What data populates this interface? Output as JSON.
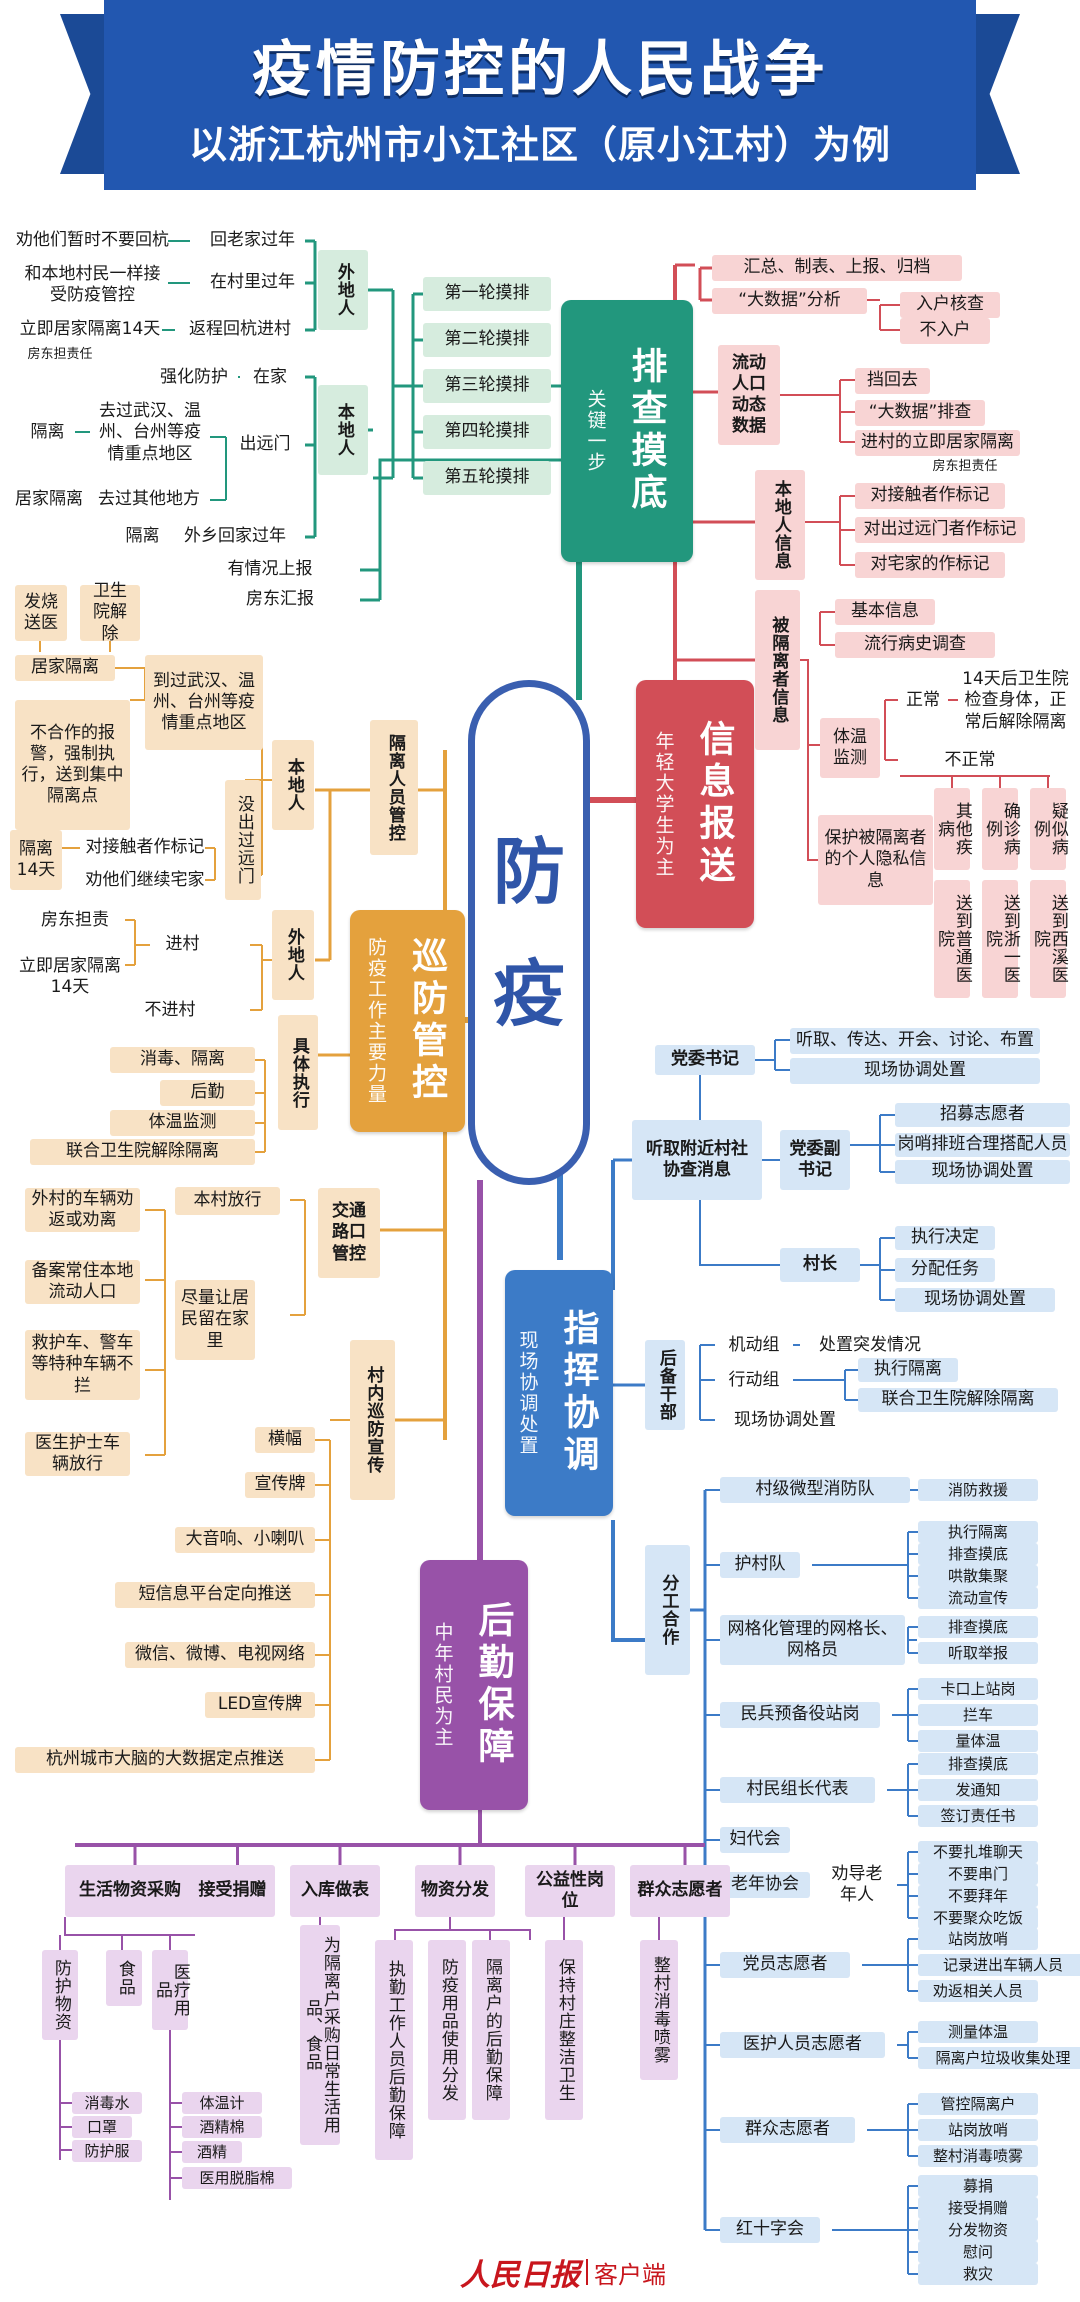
{
  "title": "疫情防控的人民战争",
  "subtitle": "以浙江杭州市小江社区（原小江村）为例",
  "center": [
    "防",
    "疫"
  ],
  "footer": {
    "logo": "人民日报",
    "channel": "客户端"
  },
  "colors": {
    "green": "#22977d",
    "red": "#d24e57",
    "orange": "#e4a13d",
    "blue": "#3c7bc7",
    "purple": "#9852a8",
    "banner": "#2257b0",
    "center_ring": "#3a5fb0"
  },
  "hubs": {
    "paicha": {
      "title": "排查摸底",
      "sub": "关键一步"
    },
    "xinxi": {
      "title": "信息报送",
      "sub": "年轻大学生为主"
    },
    "xunfang": {
      "title": "巡防管控",
      "sub": "防疫工作主要力量"
    },
    "zhihui": {
      "title": "指挥协调",
      "sub": "现场协调处置"
    },
    "houqin": {
      "title": "后勤保障",
      "sub": "中年村民为主"
    }
  },
  "paicha": {
    "rounds": [
      "第一轮摸排",
      "第二轮摸排",
      "第三轮摸排",
      "第四轮摸排",
      "第五轮摸排"
    ],
    "waidiren": "外地人",
    "bendiren": "本地人",
    "w_items": [
      "回老家过年",
      "在村里过年",
      "返程回杭进村"
    ],
    "w_leaves": [
      "劝他们暂时不要回杭",
      "和本地村民一样接受防疫管控",
      "立即居家隔离14天",
      "房东担责任"
    ],
    "zaijia": "在家",
    "qiang": "强化防护",
    "chuyuanmen": "出远门",
    "chu_items": [
      "去过武汉、温州、台州等疫情重点地区",
      "去过其他地方"
    ],
    "geli": "隔离",
    "jujia": "居家隔离",
    "waixiang": "外乡回家过年",
    "geli2": "隔离",
    "report": [
      "有情况上报",
      "房东汇报"
    ]
  },
  "xinxi": {
    "top": [
      "汇总、制表、上报、归档",
      "“大数据”分析"
    ],
    "bigdata": [
      "入户核查",
      "不入户"
    ],
    "liudong": "流动人口动态数据",
    "liudong_items": [
      "挡回去",
      "“大数据”排查",
      "进村的立即居家隔离"
    ],
    "fangdong": "房东担责任",
    "bendi": "本地人信息",
    "bendi_items": [
      "对接触者作标记",
      "对出过远门者作标记",
      "对宅家的作标记"
    ],
    "beigeli": "被隔离者信息",
    "beigeli_items": [
      "基本信息",
      "流行病史调查"
    ],
    "tiwen": "体温监测",
    "zhengchang": "正常",
    "zhengchang_leaf": "14天后卫生院检查身体，正常后解除隔离",
    "buzhengchang": "不正常",
    "bz_cols": [
      "其他疾病",
      "确诊病例",
      "疑似病例"
    ],
    "bz_dest": [
      "送到普通医院",
      "送到浙一医院",
      "送到西溪医院"
    ],
    "baohu": "保护被隔离者的个人隐私信息"
  },
  "xunfang": {
    "gelirenyuan": "隔离人员管控",
    "bendiren": "本地人",
    "waidiren": "外地人",
    "top_pair": [
      "发烧送医",
      "卫生院解除"
    ],
    "jujia": "居家隔离",
    "daoguo": "到过武汉、温州、台州等疫情重点地区",
    "buhezuo": "不合作的报警，强制执行，送到集中隔离点",
    "meichu": "没出过远门",
    "meichu_items": [
      "对接触者作标记",
      "劝他们继续宅家"
    ],
    "geli14": "隔离14天",
    "jincun": "进村",
    "bujincun": "不进村",
    "jincun_leaves": [
      "房东担责",
      "立即居家隔离14天"
    ],
    "juti": "具体执行",
    "juti_items": [
      "消毒、隔离",
      "后勤",
      "体温监测",
      "联合卫生院解除隔离"
    ],
    "jiaotong": "交通路口管控",
    "bencun": "本村放行",
    "jinliang": "尽量让居民留在家里",
    "jt_leaves": [
      "外村的车辆劝返或劝离",
      "备案常住本地流动人口",
      "救护车、警车等特种车辆不拦",
      "医生护士车辆放行"
    ],
    "xuanchuan": "村内巡防宣传",
    "xc_items": [
      "横幅",
      "宣传牌",
      "大音响、小喇叭",
      "短信息平台定向推送",
      "微信、微博、电视网络",
      "LED宣传牌",
      "杭州城市大脑的大数据定点推送"
    ]
  },
  "zhihui": {
    "tingqu": "听取附近村社协查消息",
    "dangwei": "党委书记",
    "dangwei_items": [
      "听取、传达、开会、讨论、布置",
      "现场协调处置"
    ],
    "fushuji": "党委副书记",
    "fushuji_items": [
      "招募志愿者",
      "岗哨排班合理搭配人员",
      "现场协调处置"
    ],
    "cunzhang": "村长",
    "cunzhang_items": [
      "执行决定",
      "分配任务",
      "现场协调处置"
    ],
    "houbei": "后备干部",
    "jidong": "机动组",
    "jidong_leaf": "处置突发情况",
    "xingdong": "行动组",
    "xingdong_items": [
      "执行隔离",
      "联合卫生院解除隔离"
    ],
    "xianchang": "现场协调处置",
    "fengong": "分工合作",
    "groups": [
      {
        "name": "村级微型消防队",
        "items": [
          "消防救援"
        ]
      },
      {
        "name": "护村队",
        "items": [
          "执行隔离",
          "排查摸底",
          "哄散集聚",
          "流动宣传"
        ]
      },
      {
        "name": "网格化管理的网格长、网格员",
        "items": [
          "排查摸底",
          "听取举报"
        ]
      },
      {
        "name": "民兵预备役站岗",
        "items": [
          "卡口上站岗",
          "拦车",
          "量体温"
        ]
      },
      {
        "name": "村民组长代表",
        "items": [
          "排查摸底",
          "发通知",
          "签订责任书"
        ]
      },
      {
        "name": "妇代会",
        "items": []
      },
      {
        "name": "老年协会",
        "mid": "劝导老年人",
        "items": [
          "不要扎堆聊天",
          "不要串门",
          "不要拜年",
          "不要聚众吃饭"
        ]
      },
      {
        "name": "党员志愿者",
        "items": [
          "站岗放哨",
          "记录进出车辆人员",
          "劝返相关人员"
        ]
      },
      {
        "name": "医护人员志愿者",
        "items": [
          "测量体温",
          "隔离户垃圾收集处理"
        ]
      },
      {
        "name": "群众志愿者",
        "items": [
          "管控隔离户",
          "站岗放哨",
          "整村消毒喷雾"
        ]
      },
      {
        "name": "红十字会",
        "items": [
          "募捐",
          "接受捐赠",
          "分发物资",
          "慰问",
          "救灾"
        ]
      }
    ]
  },
  "houqin": {
    "cats": [
      "生活物资采购",
      "接受捐赠",
      "入库做表",
      "物资分发",
      "公益性岗位",
      "群众志愿者"
    ],
    "fanghu": "防护物资",
    "shipin": "食品",
    "yiliao": "医疗用品",
    "fanghu_items": [
      "消毒水",
      "口罩",
      "防护服"
    ],
    "yiliao_items": [
      "体温计",
      "酒精棉",
      "酒精",
      "医用脱脂棉"
    ],
    "rukou": "为隔离户采购日常生活用品、食品",
    "fenfa": [
      "执勤工作人员后勤保障",
      "防疫用品使用分发",
      "隔离户的后勤保障"
    ],
    "gongyi": "保持村庄整洁卫生",
    "qunzhong": "整村消毒喷雾"
  }
}
